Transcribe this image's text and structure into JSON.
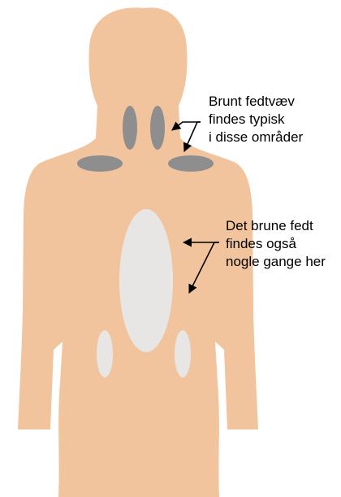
{
  "colors": {
    "background": "#ffffff",
    "skin": "#F2C49D",
    "brown_fat": "#8E8E8E",
    "possible_fat": "#E8E6E4",
    "text": "#000000"
  },
  "annotations": {
    "typical": {
      "lines": [
        "Brunt fedtvæv",
        "findes typisk",
        "i disse områder"
      ]
    },
    "sometimes": {
      "lines": [
        "Det brune fedt",
        "findes også",
        "nogle gange her"
      ]
    }
  }
}
